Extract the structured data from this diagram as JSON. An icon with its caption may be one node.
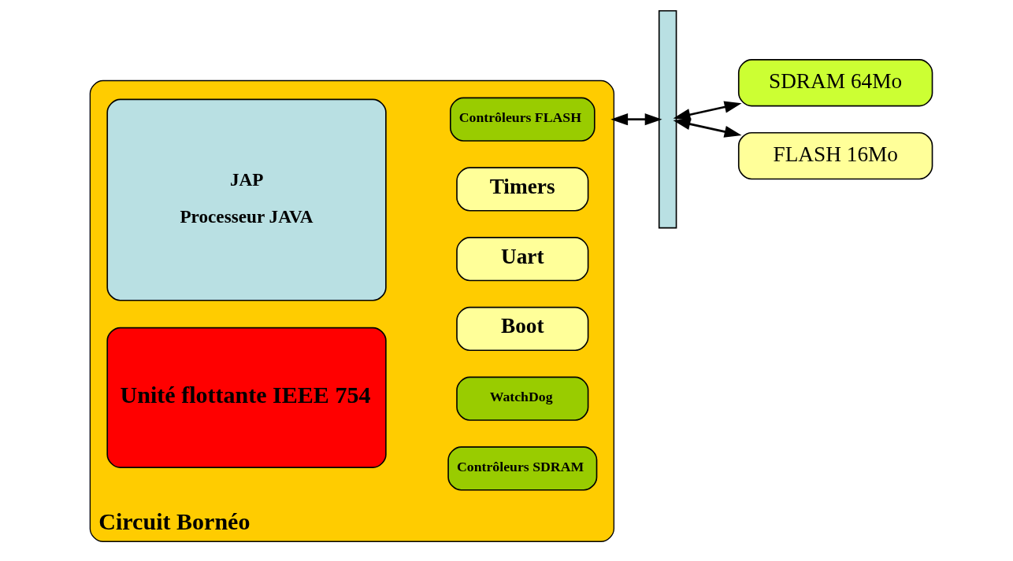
{
  "diagram": {
    "nodes": [
      {
        "text": [
          "Circuit Bornéo"
        ]
      },
      {
        "text": [
          "Unité flottante IEEE 754"
        ],
        "in": 0
      },
      {
        "text": [
          "WatchDog"
        ],
        "in": 0
      },
      {
        "text": [
          "Contrôleurs SDRAM"
        ],
        "in": 0
      },
      {
        "text": [
          "Contrôleurs FLASH"
        ],
        "in": 0
      },
      {
        "text": [
          "JAP",
          "Processeur JAVA"
        ],
        "in": 0
      },
      {
        "text": [
          "Timers"
        ],
        "in": 0
      },
      {
        "text": [
          "Uart"
        ],
        "in": 0
      },
      {
        "text": [
          "Boot"
        ],
        "in": 0
      },
      {
        "text": [],
        "shape": "bar"
      },
      {
        "text": [
          "SDRAM 64Mo"
        ]
      },
      {
        "text": [
          "FLASH 16Mo"
        ]
      }
    ],
    "edges": [
      {
        "from": 0,
        "to": 9,
        "arrow": "both"
      },
      {
        "from": 9,
        "to": 10,
        "arrow": "both"
      },
      {
        "from": 9,
        "to": 11,
        "arrow": "both"
      }
    ]
  }
}
